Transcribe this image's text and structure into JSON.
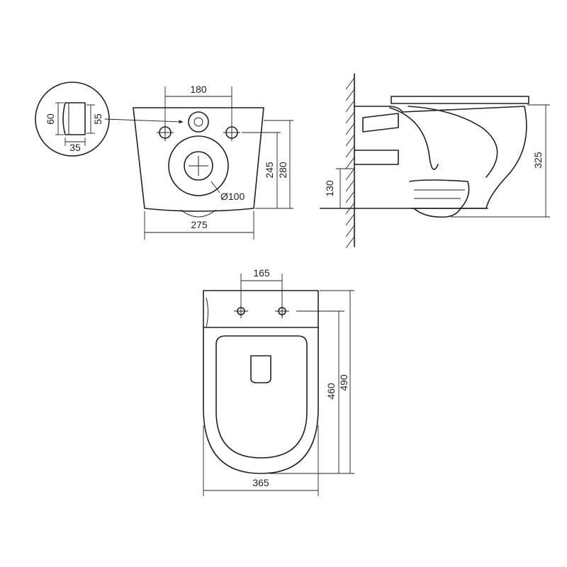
{
  "dimensions": {
    "detail_height_left": "60",
    "detail_height_right": "55",
    "detail_width": "35",
    "hole_spacing_back": "180",
    "outlet_height": "245",
    "bracket_height": "280",
    "outlet_diameter": "Ø100",
    "back_width": "275",
    "inlet_height": "130",
    "total_height": "325",
    "hole_spacing_top": "165",
    "bowl_length": "460",
    "total_length": "490",
    "total_width": "365"
  },
  "colors": {
    "line": "#231f20",
    "background": "#ffffff"
  }
}
